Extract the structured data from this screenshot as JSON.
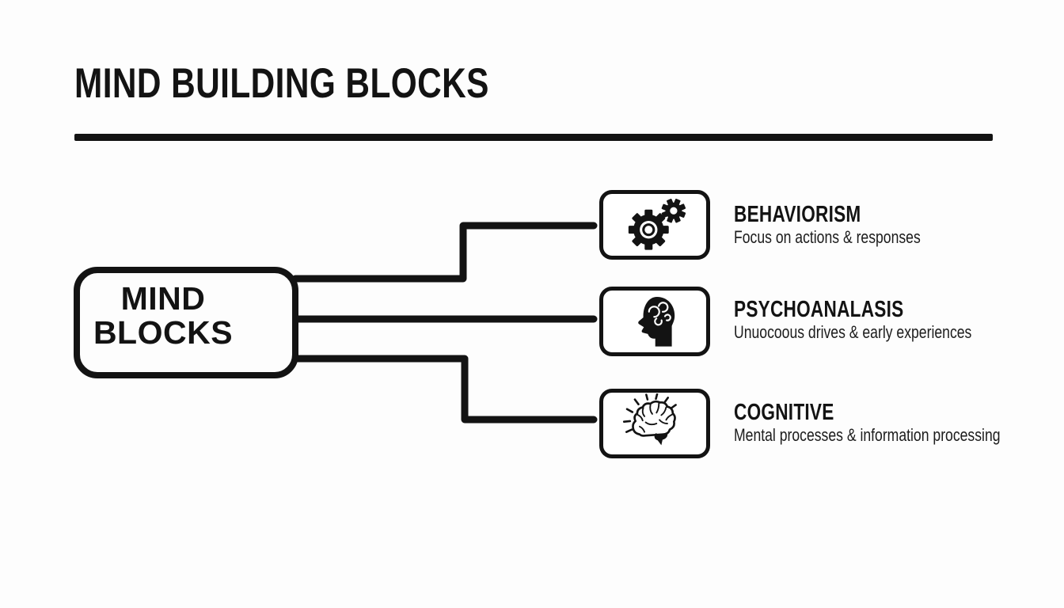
{
  "title": "MIND BUILDING BLOCKS",
  "root_node": {
    "line1": "MIND",
    "line2": "BLOCKS"
  },
  "branches": [
    {
      "heading": "BEHAVIORISM",
      "description": "Focus on actions & responses",
      "icon": "gears-icon"
    },
    {
      "heading": "PSYCHOANALASIS",
      "description": "Unuocoous drives & early experiences",
      "icon": "head-brain-icon"
    },
    {
      "heading": "COGNITIVE",
      "description": "Mental processes & information processing",
      "icon": "brain-idea-icon"
    }
  ],
  "colors": {
    "ink": "#131313",
    "background": "#fdfdfd"
  }
}
